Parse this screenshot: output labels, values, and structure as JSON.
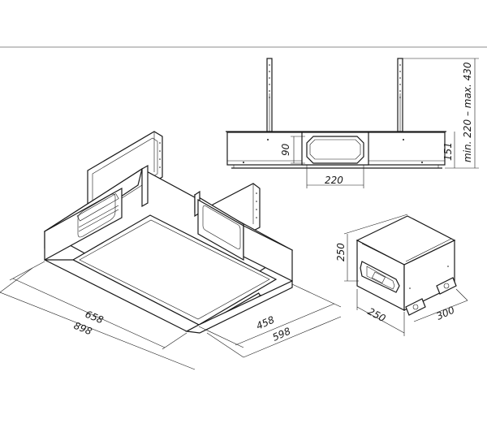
{
  "dimensions": {
    "iso_width_658": "658",
    "iso_width_898": "898",
    "iso_depth_458": "458",
    "iso_depth_598": "598",
    "front_height_90": "90",
    "front_height_151": "151",
    "front_width_220": "220",
    "front_range": "min. 220 – max. 430",
    "box_height_250": "250",
    "box_width_250": "250",
    "box_depth_300": "300"
  },
  "colors": {
    "line": "#1a1a1a",
    "background": "#ffffff"
  }
}
